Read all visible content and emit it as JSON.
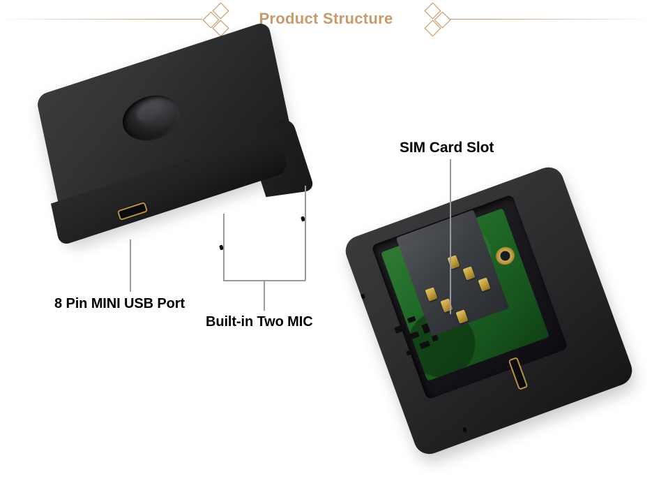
{
  "header": {
    "title": "Product Structure",
    "accent_color": "#c79a6b",
    "rule_color": "#c08b55",
    "ornament_left": "diamond-cluster-icon",
    "ornament_right": "diamond-cluster-icon"
  },
  "background_color": "#ffffff",
  "devices": [
    {
      "id": "device-front-view",
      "description": "Black rectangular GSM listening device, angled top view",
      "body_color": "#2a2a2c",
      "features": [
        {
          "name": "oval-recess",
          "label": ""
        },
        {
          "name": "mini-usb-port",
          "label": "8 Pin MINI USB Port",
          "accent": "#b99244"
        },
        {
          "name": "mic-hole-left",
          "label": ""
        },
        {
          "name": "mic-hole-right",
          "label": ""
        }
      ]
    },
    {
      "id": "device-open-view",
      "description": "Black device with back cover removed showing green PCB and SIM card holder",
      "body_color": "#2e2e30",
      "pcb_color": "#1f6a27",
      "contact_color": "#c39f3c",
      "features": [
        {
          "name": "sim-card-slot",
          "label": "SIM Card Slot"
        },
        {
          "name": "mini-usb-port",
          "label": "",
          "accent": "#b99244"
        },
        {
          "name": "antenna-pad",
          "label": ""
        }
      ]
    }
  ],
  "callouts": [
    {
      "id": "callout-usb",
      "label": "8 Pin MINI USB Port",
      "style": "single-line"
    },
    {
      "id": "callout-mic",
      "label": "Built-in Two MIC",
      "style": "bracket"
    },
    {
      "id": "callout-sim",
      "label": "SIM Card Slot",
      "style": "single-line"
    }
  ],
  "leader_line_color": "#9a9a9c"
}
